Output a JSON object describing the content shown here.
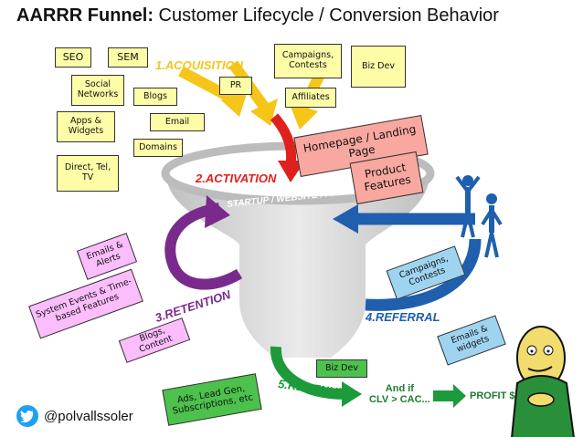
{
  "title": {
    "bold": "AARRR Funnel:",
    "rest": "Customer Lifecycle / Conversion Behavior"
  },
  "stages": {
    "acquisition": "1.ACQUISITION",
    "activation": "2.ACTIVATION",
    "retention": "3.RETENTION",
    "referral": "4.REFERRAL",
    "revenue": "5.REVENUE"
  },
  "funnel_label": "STARTUP / WEBSITE / APP...",
  "acquisition_notes": {
    "seo": "SEO",
    "sem": "SEM",
    "social": "Social Networks",
    "blogs": "Blogs",
    "pr": "PR",
    "campaigns": "Campaigns, Contests",
    "bizdev": "Biz Dev",
    "apps": "Apps & Widgets",
    "email": "Email",
    "affiliates": "Affiliates",
    "domains": "Domains",
    "direct": "Direct, Tel, TV"
  },
  "activation_notes": {
    "homepage": "Homepage / Landing Page",
    "product": "Product Features"
  },
  "retention_notes": {
    "emails": "Emails & Alerts",
    "system": "System Events & Time-based Features",
    "blogs": "Blogs, Content"
  },
  "referral_notes": {
    "campaigns": "Campaigns, Contests",
    "emails": "Emails & widgets"
  },
  "revenue_notes": {
    "bizdev": "Biz Dev",
    "ads": "Ads, Lead Gen, Subscriptions, etc"
  },
  "profit": {
    "condition_line1": "And if",
    "condition_line2": "CLV > CAC...",
    "result": "PROFIT $"
  },
  "handle": "@polvallssoler",
  "icons": [
    "twitter-bird-icon",
    "people-figures-icon",
    "cartoon-character-icon"
  ],
  "colors": {
    "acquisition": "#f5c518",
    "activation": "#e0201c",
    "retention": "#7a2a8c",
    "referral": "#1f5fae",
    "revenue": "#1d9a3a",
    "funnel": "#c8c8c8"
  }
}
